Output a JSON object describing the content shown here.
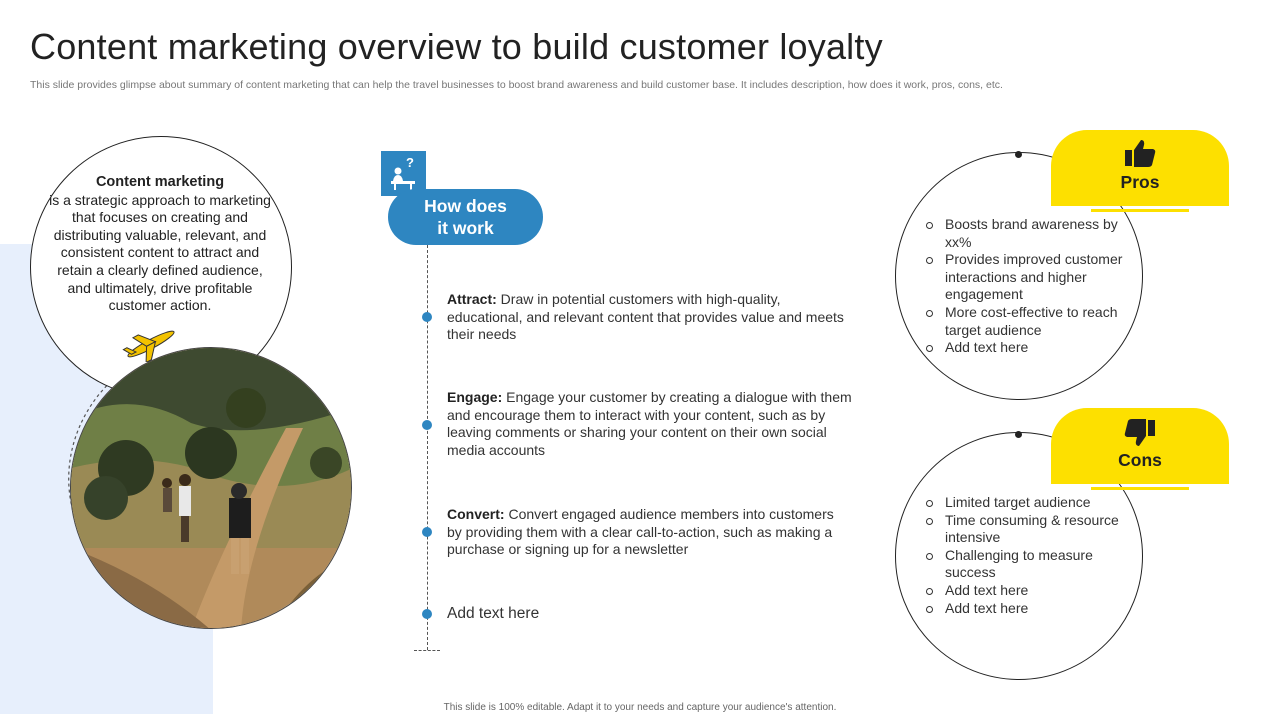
{
  "header": {
    "title": "Content marketing overview to build customer loyalty",
    "subtitle": "This slide provides glimpse about summary of content marketing that can help the travel  businesses to boost brand awareness and build customer base. It includes description, how does it work, pros, cons, etc."
  },
  "intro": {
    "heading": "Content marketing",
    "body": "is a strategic approach to marketing that focuses on creating and distributing valuable, relevant, and consistent content to attract and retain a clearly defined audience, and ultimately, drive profitable customer action."
  },
  "how_it_works": {
    "label_line1": "How does",
    "label_line2": "it work",
    "steps": [
      {
        "term": "Attract:",
        "text": " Draw in potential customers with high-quality, educational, and relevant content that provides value and meets their needs"
      },
      {
        "term": "Engage:",
        "text": " Engage your customer by creating a dialogue  with them and encourage them to interact with your content, such as by leaving comments or sharing your content on their own social media accounts"
      },
      {
        "term": "Convert:",
        "text": " Convert engaged audience members into customers by providing them with a clear call-to-action, such as making a purchase or signing up for a newsletter"
      },
      {
        "term": "",
        "text": "Add text here"
      }
    ]
  },
  "pros": {
    "label": "Pros",
    "items": [
      "Boosts brand awareness by xx%",
      "Provides improved customer interactions and higher engagement",
      "More cost-effective to reach target audience",
      "Add text here"
    ]
  },
  "cons": {
    "label": "Cons",
    "items": [
      "Limited target audience",
      "Time consuming & resource intensive",
      "Challenging to measure success",
      "Add text here",
      "Add text here"
    ]
  },
  "footer": {
    "text": "This slide is 100% editable.  Adapt it to your needs and capture your audience's attention."
  },
  "colors": {
    "accent_blue": "#2e86c1",
    "accent_yellow": "#fde000",
    "panel_blue": "#e7effc"
  },
  "icons": [
    "airplane-icon",
    "question-person-icon",
    "thumbs-up-icon",
    "thumbs-down-icon"
  ]
}
